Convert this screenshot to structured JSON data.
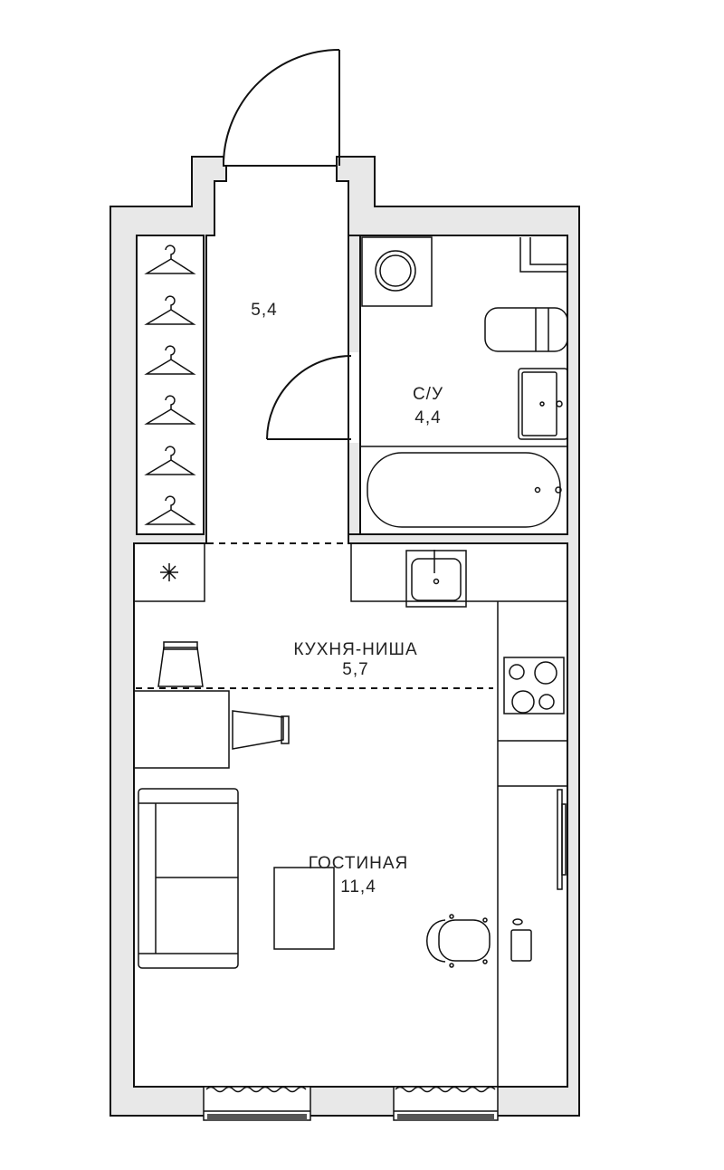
{
  "rooms": {
    "hall": {
      "area": "5,4"
    },
    "bathroom": {
      "name": "С/У",
      "area": "4,4"
    },
    "kitchen": {
      "name": "КУХНЯ-НИША",
      "area": "5,7"
    },
    "living": {
      "name": "ГОСТИНАЯ",
      "area": "11,4"
    }
  },
  "colors": {
    "wall": "#e8e8e8",
    "line": "#111111",
    "floor": "#ffffff"
  }
}
